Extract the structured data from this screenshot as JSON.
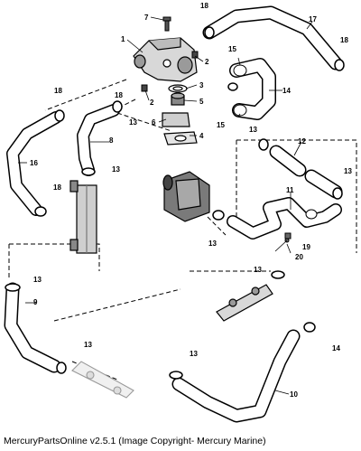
{
  "callouts": [
    "1",
    "2",
    "2",
    "3",
    "4",
    "5",
    "6",
    "7",
    "8",
    "9",
    "10",
    "11",
    "12",
    "13",
    "13",
    "13",
    "13",
    "13",
    "13",
    "13",
    "13",
    "13",
    "14",
    "15",
    "15",
    "16",
    "17",
    "18",
    "18",
    "18",
    "18",
    "18",
    "19",
    "20"
  ],
  "footer": {
    "text": "MercuryPartsOnline v2.5.1 (Image Copyright- Mercury Marine)"
  }
}
